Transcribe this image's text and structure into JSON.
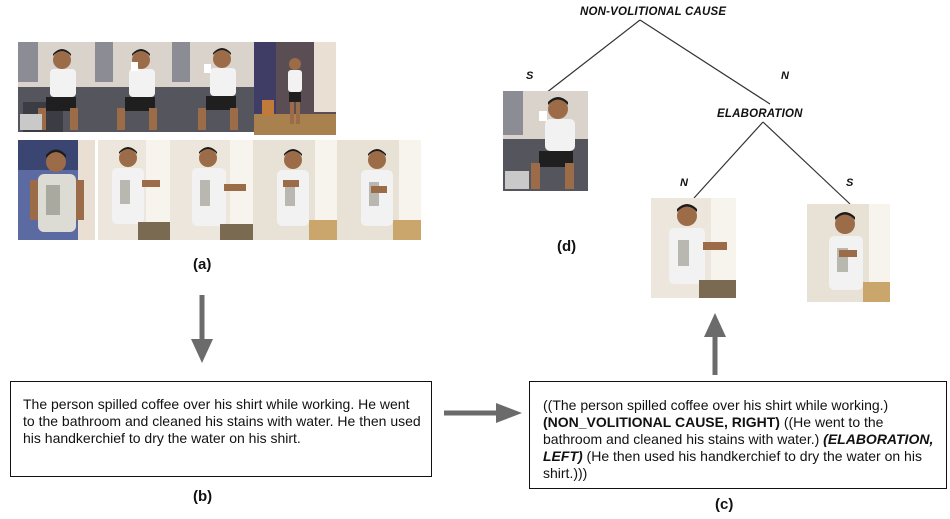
{
  "panels": {
    "a": "(a)",
    "b": "(b)",
    "c": "(c)",
    "d": "(d)"
  },
  "tree": {
    "root": "NON-VOLITIONAL CAUSE",
    "child": "ELABORATION",
    "root_left_edge": "S",
    "root_right_edge": "N",
    "child_left_edge": "N",
    "child_right_edge": "S"
  },
  "text_b": "The  person  spilled  coffee over his shirt while working. He went to the bathroom and cleaned his stains with water. He then used his handkerchief to dry the water on his shirt.",
  "text_c": {
    "seg1": "((The  person  spilled  coffee over his shirt while working.) ",
    "rel1": "(NON_VOLITIONAL CAUSE, RIGHT)",
    "seg2": " ((He went to the bathroom and cleaned his stains with water.) ",
    "rel2": "(ELABORATION, LEFT)",
    "seg3": " (He then used his handkerchief to dry the water on his shirt.)))"
  },
  "colors": {
    "arrow": "#6b6b6b",
    "box_border": "#111111",
    "wall": "#ece6dc",
    "sofa": "#4a4a52",
    "shirt": "#f2f2f2",
    "skin": "#9c6b48",
    "hair": "#1c1c1c",
    "floor": "#a8814f"
  }
}
